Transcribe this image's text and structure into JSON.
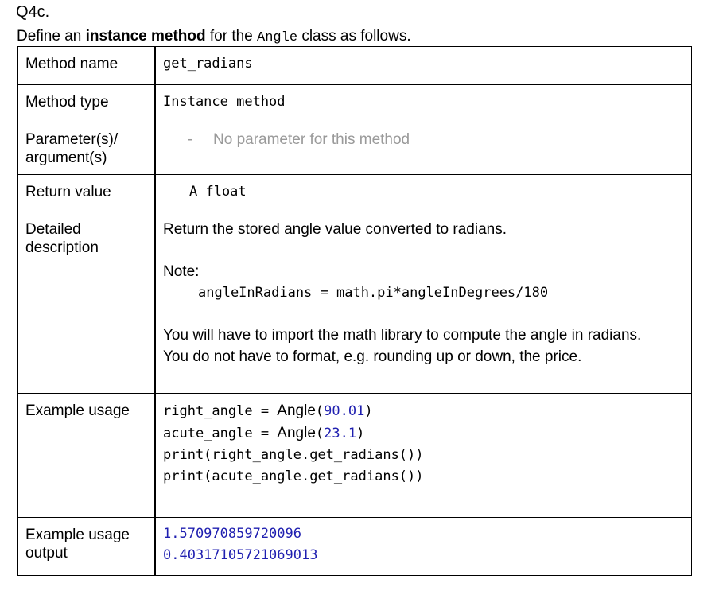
{
  "question_label": "Q4c.",
  "intro": {
    "prefix": "Define an ",
    "bold": "instance method",
    "middle": " for the ",
    "code": "Angle",
    "suffix": " class as follows."
  },
  "rows": {
    "method_name": {
      "label": "Method name",
      "value": "get_radians"
    },
    "method_type": {
      "label": "Method type",
      "value": "Instance method"
    },
    "parameters": {
      "label_line1": "Parameter(s)/",
      "label_line2": "argument(s)",
      "dash": "-",
      "value": "No parameter for this method"
    },
    "return_value": {
      "label": "Return value",
      "value": "A float"
    },
    "detailed": {
      "label_line1": "Detailed",
      "label_line2": "description",
      "line1": "Return the stored angle value converted to radians.",
      "note_label": "Note:",
      "formula": "angleInRadians = math.pi*angleInDegrees/180",
      "line2": "You will have to import the math library to compute the angle in radians.",
      "line3": "You do not have to format, e.g. rounding up or down, the price."
    },
    "example": {
      "label": "Example usage",
      "code": [
        {
          "pre": "right_angle = ",
          "cls": "Angle",
          "open": "(",
          "num": "90.01",
          "close": ")"
        },
        {
          "pre": "acute_angle = ",
          "cls": "Angle",
          "open": "(",
          "num": "23.1",
          "close": ")"
        },
        {
          "pre": "print(right_angle.get_radians())"
        },
        {
          "pre": "print(acute_angle.get_radians())"
        }
      ]
    },
    "output": {
      "label_line1": "Example usage",
      "label_line2": "output",
      "lines": [
        "1.570970859720096",
        "0.40317105721069013"
      ]
    }
  }
}
